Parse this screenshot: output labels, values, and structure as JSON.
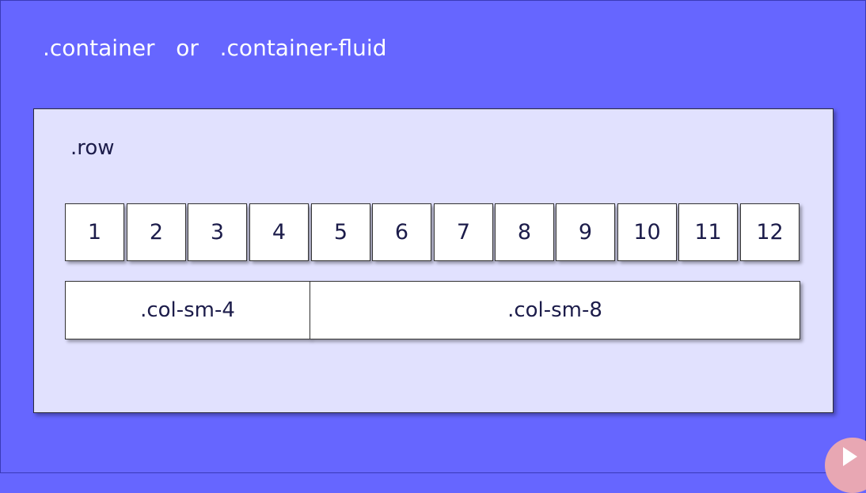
{
  "slide": {
    "title_part1": ".container",
    "title_connector": "or",
    "title_part2": ".container-fluid",
    "row_label": ".row",
    "grid_cells": [
      "1",
      "2",
      "3",
      "4",
      "5",
      "6",
      "7",
      "8",
      "9",
      "10",
      "11",
      "12"
    ],
    "columns": [
      {
        "label": ".col-sm-4",
        "span": 4
      },
      {
        "label": ".col-sm-8",
        "span": 8
      }
    ]
  },
  "colors": {
    "background": "#6666ff",
    "row_fill": "#e1e1fe",
    "text_dark": "#1c1c4a"
  },
  "icons": {
    "play": "play-icon"
  }
}
